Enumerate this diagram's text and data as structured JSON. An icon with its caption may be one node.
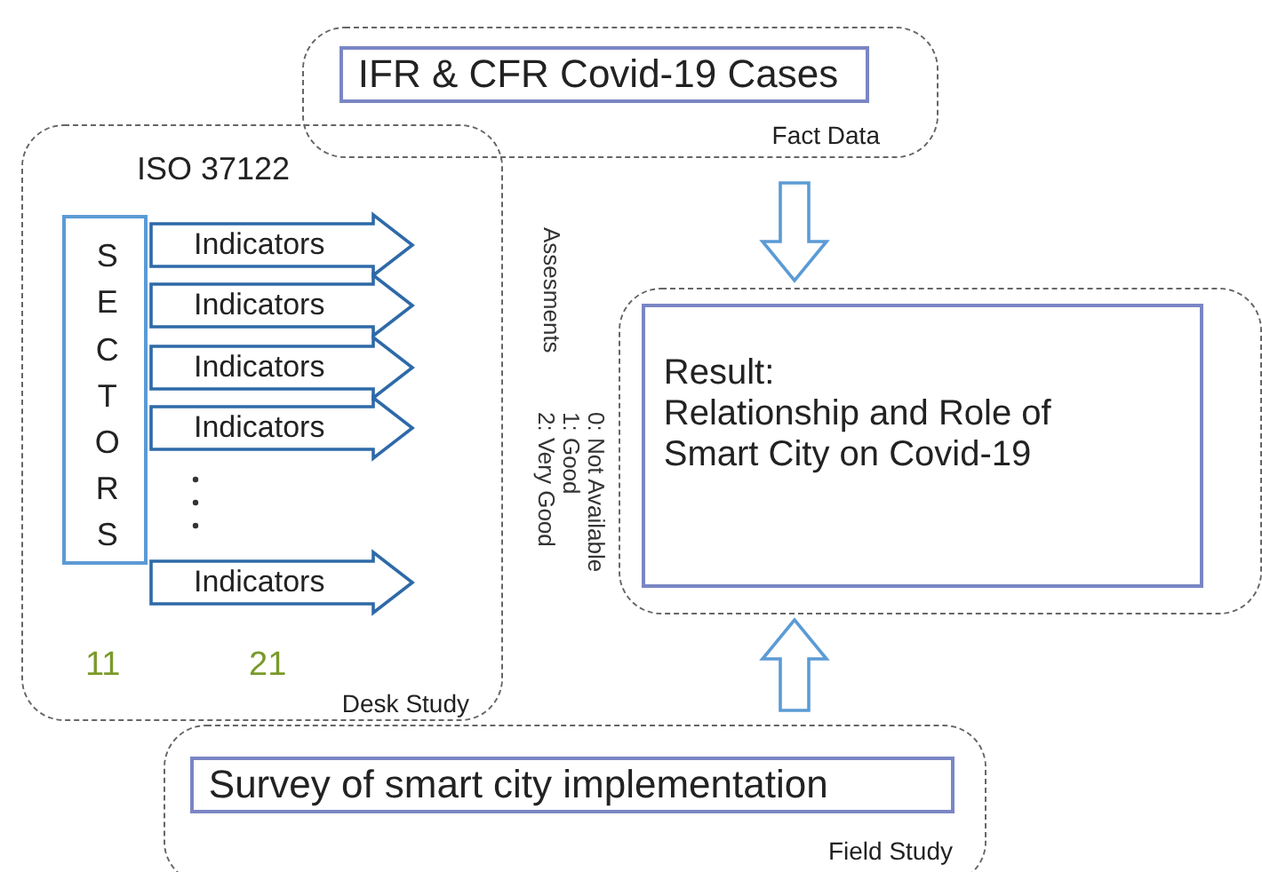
{
  "diagram": {
    "nodes": [
      {
        "text": [
          "Fact Data"
        ]
      },
      {
        "text": [
          "IFR & CFR Covid-19 Cases"
        ],
        "in": 0
      },
      {
        "text": [
          "ISO 37122",
          "Desk Study"
        ]
      },
      {
        "text": [
          "SECTORS"
        ],
        "in": 2
      },
      {
        "text": [],
        "shape": "box"
      },
      {
        "text": [
          "Result:",
          "Relationship and Role of Smart City on Covid-19"
        ],
        "in": 4
      },
      {
        "text": [
          "Field Study"
        ]
      },
      {
        "text": [
          "Survey of smart city implementation"
        ],
        "in": 6
      }
    ],
    "edges": [
      {
        "from": 3,
        "to": null,
        "label": "Indicators",
        "arrow": "to"
      },
      {
        "from": 3,
        "to": null,
        "label": "Indicators",
        "arrow": "to"
      },
      {
        "from": 3,
        "to": null,
        "label": "Indicators",
        "arrow": "to"
      },
      {
        "from": 3,
        "to": null,
        "label": "Indicators",
        "arrow": "to"
      },
      {
        "from": 3,
        "to": null,
        "label": "Indicators",
        "arrow": "to"
      },
      {
        "from": 0,
        "to": 4,
        "arrow": "to"
      },
      {
        "from": 6,
        "to": 4,
        "arrow": "to"
      }
    ],
    "labels": [
      "11",
      "21",
      "Assesments",
      "0: Not Available",
      "1: Good",
      "2: Very Good"
    ]
  }
}
